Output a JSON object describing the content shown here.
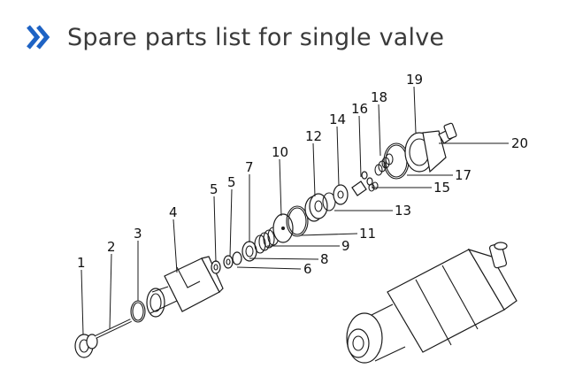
{
  "page": {
    "title": "Spare parts list for single valve",
    "accent": "#1e63c4"
  },
  "diagram": {
    "labels": [
      {
        "id": "1",
        "text": "1"
      },
      {
        "id": "2",
        "text": "2"
      },
      {
        "id": "3",
        "text": "3"
      },
      {
        "id": "4",
        "text": "4"
      },
      {
        "id": "5a",
        "text": "5"
      },
      {
        "id": "5b",
        "text": "5"
      },
      {
        "id": "6",
        "text": "6"
      },
      {
        "id": "7",
        "text": "7"
      },
      {
        "id": "8",
        "text": "8"
      },
      {
        "id": "9",
        "text": "9"
      },
      {
        "id": "10",
        "text": "10"
      },
      {
        "id": "11",
        "text": "11"
      },
      {
        "id": "12",
        "text": "12"
      },
      {
        "id": "13",
        "text": "13"
      },
      {
        "id": "14",
        "text": "14"
      },
      {
        "id": "15",
        "text": "15"
      },
      {
        "id": "16",
        "text": "16"
      },
      {
        "id": "17",
        "text": "17"
      },
      {
        "id": "18",
        "text": "18"
      },
      {
        "id": "19",
        "text": "19"
      },
      {
        "id": "20",
        "text": "20"
      }
    ]
  }
}
